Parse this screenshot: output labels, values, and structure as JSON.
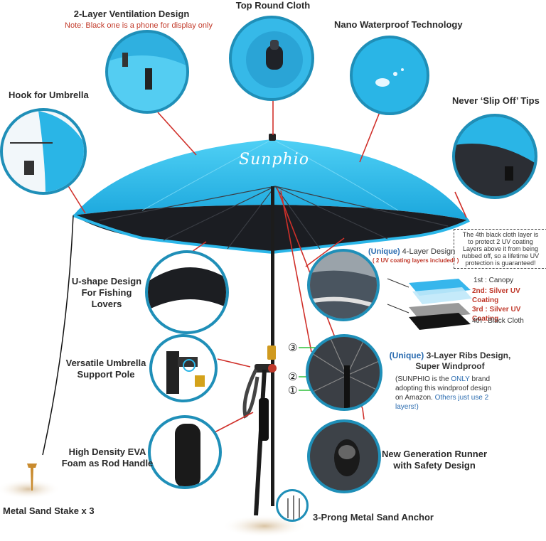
{
  "labels": {
    "ventilation": "2-Layer Ventilation Design",
    "ventilation_note": "Note: Black one is a phone for display only",
    "top_cloth": "Top Round Cloth",
    "nano": "Nano Waterproof Technology",
    "hook": "Hook for Umbrella",
    "slip": "Never ‘Slip Off’ Tips",
    "ushape_1": "U-shape Design",
    "ushape_2": "For Fishing Lovers",
    "pole_1": "Versatile Umbrella",
    "pole_2": "Support Pole",
    "eva_1": "High Density EVA",
    "eva_2": "Foam as Rod Handle",
    "stake": "Metal Sand Stake x 3",
    "anchor": "3-Prong Metal Sand Anchor",
    "runner_1": "New Generation Runner",
    "runner_2": "with Safety Design",
    "brand": "Sunphio"
  },
  "layers": {
    "box_note_1": "The 4th black cloth layer is",
    "box_note_2": "to protect 2 UV coating",
    "box_note_3": "Layers above it from being",
    "box_note_4": "rubbed off, so a lifetime UV",
    "box_note_5": "protection is guaranteed!",
    "unique": "(Unique)",
    "title": " 4-Layer Design",
    "sub": "( 2 UV coating layers included! )",
    "l1": "1st : Canopy",
    "l2": "2nd: Silver UV Coating",
    "l3": "3rd : Silver UV Coating",
    "l4": "4th : Black Cloth"
  },
  "ribs": {
    "unique": "(Unique)",
    "title_1": " 3-Layer Ribs Design,",
    "title_2": "Super Windproof",
    "desc_1": "(SUNPHIO is the ",
    "desc_only": "ONLY",
    "desc_2": " brand",
    "desc_3": "adopting this windproof design",
    "desc_4": "on Amazon. ",
    "desc_others": "Others just use 2",
    "desc_5": "layers!)",
    "n1": "①",
    "n2": "②",
    "n3": "③"
  },
  "colors": {
    "canopy": "#2bb6e8",
    "canopy_dark": "#1a8fc2",
    "underside": "#1b1d22",
    "ring": "#1f8fb8",
    "note_red": "#c23a2a",
    "line_red": "#d0302a"
  }
}
